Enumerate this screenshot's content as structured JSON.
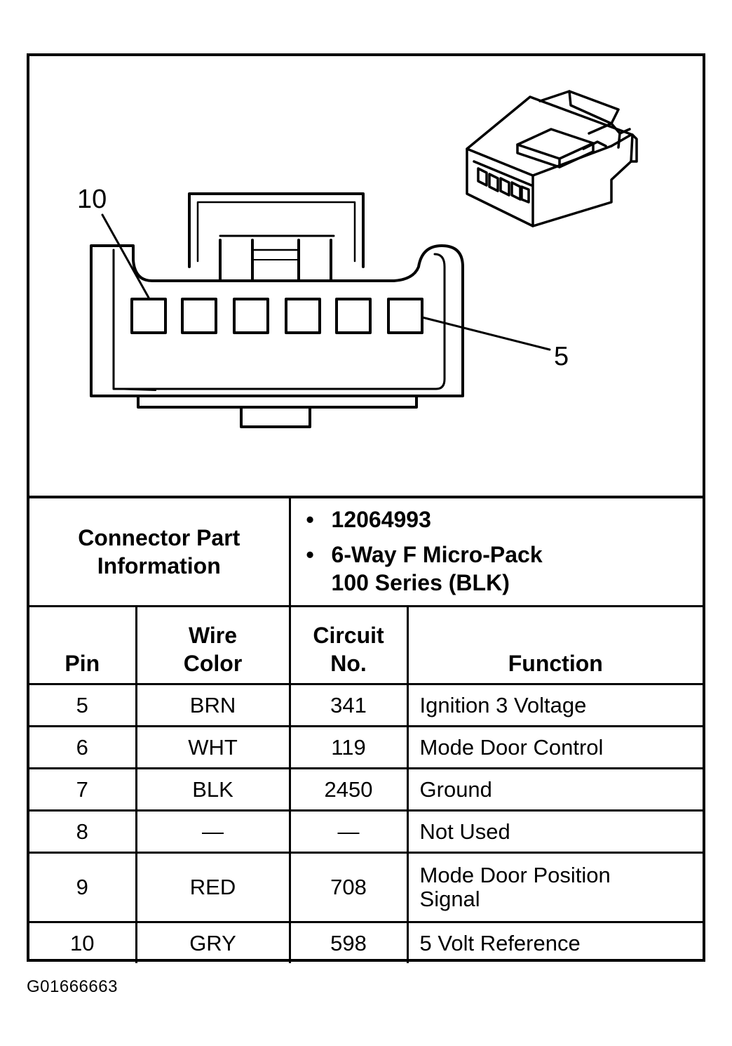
{
  "diagram": {
    "label_pin_left": "10",
    "label_pin_right": "5",
    "pin_cavities": 6
  },
  "connector_info": {
    "label": "Connector Part\nInformation",
    "items": [
      "12064993",
      "6-Way F Micro-Pack\n100 Series (BLK)"
    ]
  },
  "pin_table": {
    "headers": {
      "pin": "Pin",
      "wire_color": "Wire\nColor",
      "circuit": "Circuit\nNo.",
      "function": "Function"
    },
    "rows": [
      {
        "pin": "5",
        "wire_color": "BRN",
        "circuit": "341",
        "function": "Ignition 3 Voltage"
      },
      {
        "pin": "6",
        "wire_color": "WHT",
        "circuit": "119",
        "function": "Mode Door Control"
      },
      {
        "pin": "7",
        "wire_color": "BLK",
        "circuit": "2450",
        "function": "Ground"
      },
      {
        "pin": "8",
        "wire_color": "—",
        "circuit": "—",
        "function": "Not Used"
      },
      {
        "pin": "9",
        "wire_color": "RED",
        "circuit": "708",
        "function": "Mode Door Position\nSignal"
      },
      {
        "pin": "10",
        "wire_color": "GRY",
        "circuit": "598",
        "function": "5 Volt Reference"
      }
    ]
  },
  "footer": {
    "code": "G01666663"
  }
}
